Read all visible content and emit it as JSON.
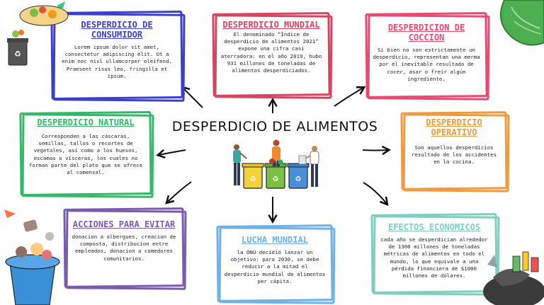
{
  "title": "DESPERDICIO DE ALIMENTOS",
  "colors": {
    "consumidor": "#3b3fcc",
    "mundial": "#d64560",
    "coccion": "#e84a72",
    "natural": "#35b86a",
    "operativo": "#ef9a3c",
    "acciones": "#7a5bb0",
    "lucha": "#6fb1e6",
    "efectos": "#7ecfc0"
  },
  "cards": {
    "consumidor": {
      "title": "DESPERDICIO DE CONSUMIDOR",
      "text": "Lorem ipsum dolor sit amet, consectetur adipiscing elit. Ut a enim nec nisl ullamcorper eleifend. Praesent risus leo, fringilla et ipsum."
    },
    "mundial": {
      "title": "DESPERDICIO MUNDIAL",
      "text": "El denominado “Índice de desperdicio de alimentos 2021” expone una cifra casi aterradora: en el año 2019, hubo 931 millones de toneladas de alimentos desperdiciados."
    },
    "coccion": {
      "title": "DESPERDICION DE COCCION",
      "text": "Si bien no son estrictamente un desperdicio, representan una merma por el inevitable resultado de cocer, asar o freír algún ingrediente."
    },
    "natural": {
      "title": "DESPERDICIO NATURAL",
      "text": "Corresponden a las cáscaras, semillas, tallos o recortes de vegetales, así como a los huesos, escamas o vísceras, los cuales no forman parte del plato que se ofrece al comensal."
    },
    "operativo": {
      "title": "DESPERDICIO OPERATIVO",
      "text": "Son aquellos desperdicios resultado de los accidentes en la cocina."
    },
    "acciones": {
      "title": "ACCIONES PARA EVITAR",
      "text": "donacion a albergues, creacion de composta, distribucion entre empleados, donacion a comedores comunitarios."
    },
    "lucha": {
      "title": "LUCHA MUNDIAL",
      "text": "la ONU decidió lanzar un objetivo: para 2030, se debe reducir a la mitad el desperdicio mundial de alimentos per cápita."
    },
    "efectos": {
      "title": "EFECTOS ECONOMICOS",
      "text": "cada año se desperdician alrededor de 1300 millones de toneladas métricas de alimentos en todo el mundo, lo que equivale a una pérdida financiera de $1000 millones de dólares."
    }
  },
  "icons": {
    "center": "people-recycling-bins-illustration",
    "top_left": "food-waste-bin-icon",
    "top_right": "lettuce-leaf-icon",
    "bottom_left": "overflowing-trash-bin-icon",
    "bottom_right": "garbage-pile-icon"
  }
}
